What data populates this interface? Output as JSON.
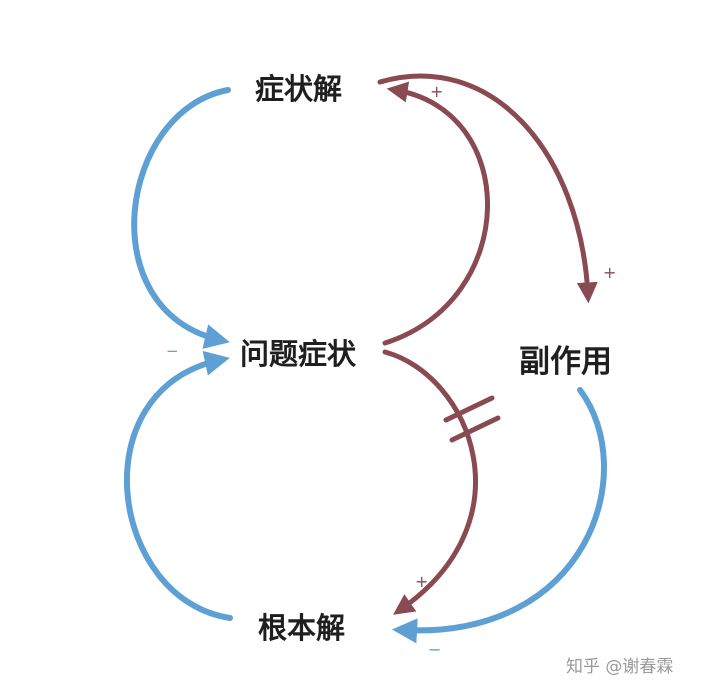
{
  "nodes": {
    "symptomatic_solution": "症状解",
    "problem_symptom": "问题症状",
    "side_effect": "副作用",
    "fundamental_solution": "根本解"
  },
  "signs": {
    "sym_to_side": "+",
    "problem_to_sym": "+",
    "side_to_fund": "−",
    "problem_to_fund": "+",
    "into_problem": "−"
  },
  "watermark": "知乎 @谢春霖",
  "colors": {
    "blue": "#5fa0d4",
    "red": "#8a4a52"
  }
}
